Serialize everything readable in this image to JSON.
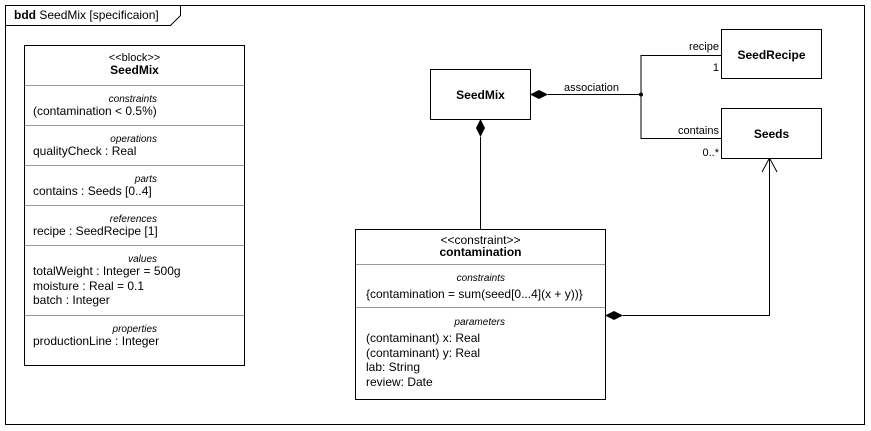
{
  "frame": {
    "kind": "bdd",
    "name": "SeedMix [specificaion]"
  },
  "block_seedmix": {
    "stereotype": "<<block>>",
    "name": "SeedMix",
    "compartments": [
      {
        "title": "constraints",
        "lines": [
          "(contamination < 0.5%)"
        ]
      },
      {
        "title": "operations",
        "lines": [
          "qualityCheck : Real"
        ]
      },
      {
        "title": "parts",
        "lines": [
          "contains : Seeds [0..4]"
        ]
      },
      {
        "title": "references",
        "lines": [
          "recipe : SeedRecipe [1]"
        ]
      },
      {
        "title": "values",
        "lines": [
          "totalWeight : Integer = 500g",
          "moisture : Real = 0.1",
          "batch : Integer"
        ]
      },
      {
        "title": "properties",
        "lines": [
          "productionLine : Integer"
        ]
      }
    ]
  },
  "seedmix_block": {
    "name": "SeedMix"
  },
  "seedrecipe_block": {
    "name": "SeedRecipe"
  },
  "seeds_block": {
    "name": "Seeds"
  },
  "association": {
    "label": "association",
    "recipe_role": "recipe",
    "recipe_mult": "1",
    "contains_role": "contains",
    "contains_mult": "0..*"
  },
  "constraint_block": {
    "stereotype": "<<constraint>>",
    "name": "contamination",
    "constraints_title": "constraints",
    "expression": "{contamination = sum(seed[0...4](x + y))}",
    "parameters_title": "parameters",
    "parameters": [
      "(contaminant) x: Real",
      "(contaminant) y: Real",
      "lab: String",
      "review: Date"
    ]
  }
}
